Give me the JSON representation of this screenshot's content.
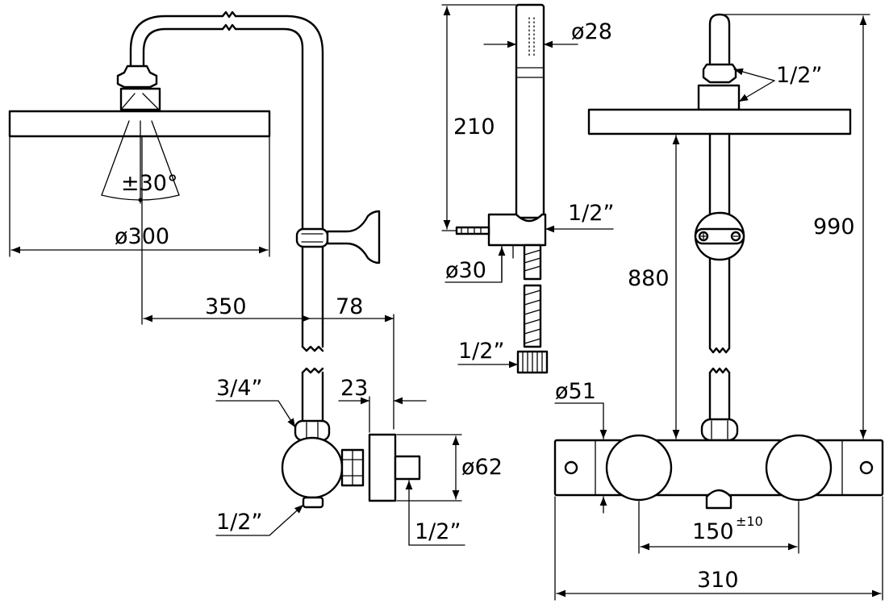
{
  "dimensions": {
    "head_diameter": "ø300",
    "head_angle": "±30°",
    "arm_length": "350",
    "arm_offset": "78",
    "inlet_thread": "3/4”",
    "wall_offset": "23",
    "body_diameter": "ø62",
    "outlet_thread_bottom": "1/2”",
    "outlet_thread_side": "1/2”",
    "handshower_diameter": "ø28",
    "handshower_length": "210",
    "holder_thread": "1/2”",
    "holder_diameter": "ø30",
    "hose_thread": "1/2”",
    "top_thread": "1/2”",
    "total_height": "990",
    "rail_height": "880",
    "rosette_diameter": "ø51",
    "centres": "150",
    "centres_tolerance": "±10",
    "total_width": "310"
  }
}
